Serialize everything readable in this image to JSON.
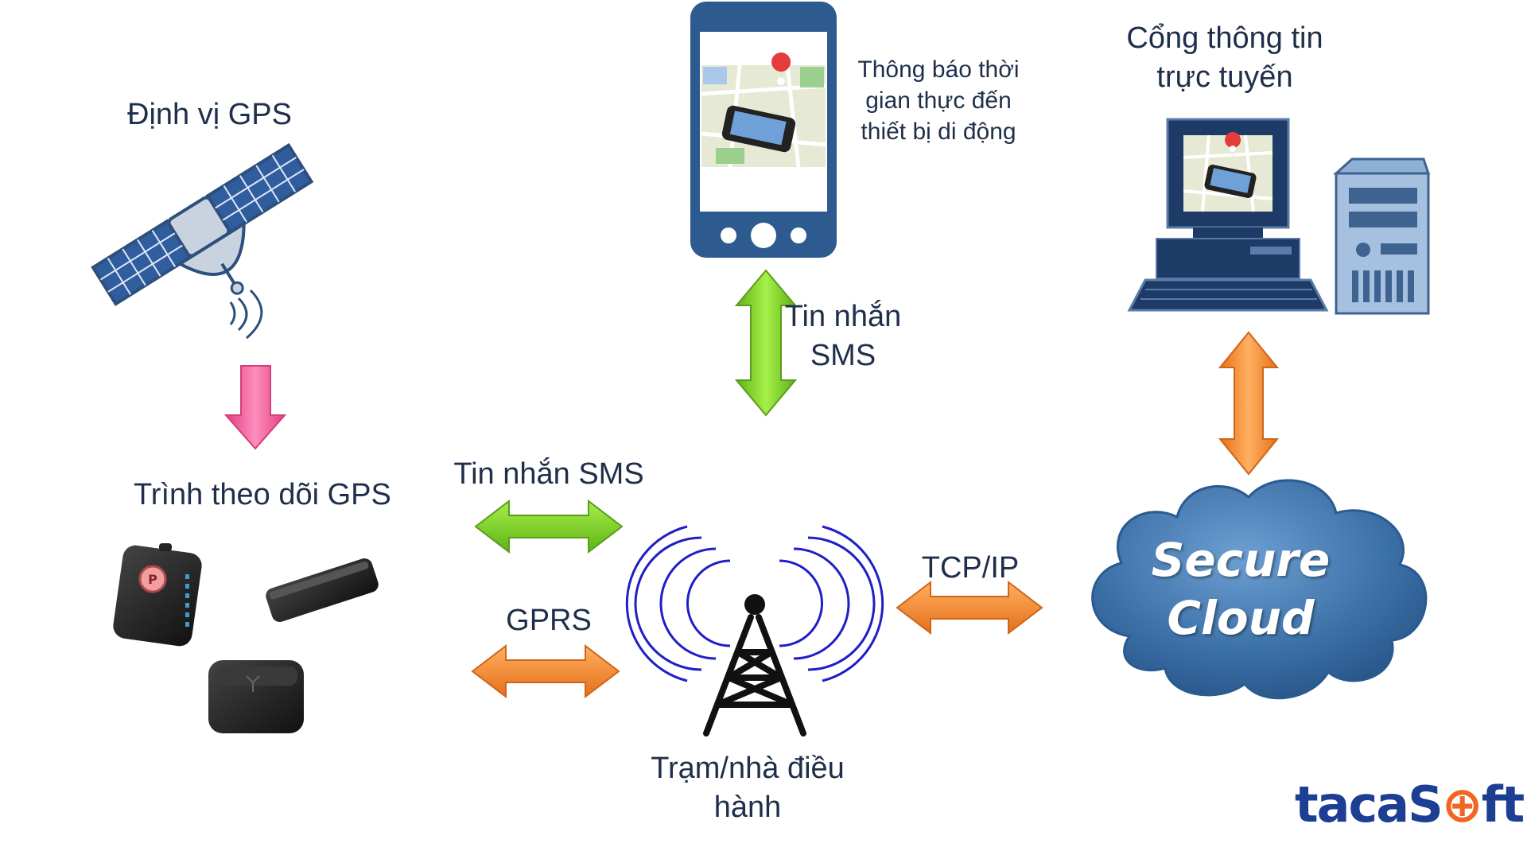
{
  "labels": {
    "gps_positioning": "Định vị GPS",
    "gps_tracker": "Trình theo dõi GPS",
    "realtime_line1": "Thông báo thời",
    "realtime_line2": "gian thực đến",
    "realtime_line3": "thiết bị di động",
    "portal_line1": "Cổng thông tin",
    "portal_line2": "trực tuyến",
    "sms_vertical_line1": "Tin nhắn",
    "sms_vertical_line2": "SMS",
    "sms_horizontal": "Tin nhắn SMS",
    "gprs": "GPRS",
    "tcpip": "TCP/IP",
    "station_line1": "Trạm/nhà điều",
    "station_line2": "hành"
  },
  "cloud": {
    "line1": "Secure",
    "line2": "Cloud"
  },
  "logo": {
    "part1": "taca",
    "part2": "S",
    "part3": "ft"
  },
  "colors": {
    "arrow_pink": "#f0609a",
    "arrow_green": "#7ed321",
    "arrow_orange": "#f78a2b",
    "phone_blue": "#2d5a8f",
    "cloud_blue": "#3a6fa6",
    "navy": "#1c3a6b",
    "logo_blue": "#1c3f94",
    "logo_orange": "#f26522"
  }
}
